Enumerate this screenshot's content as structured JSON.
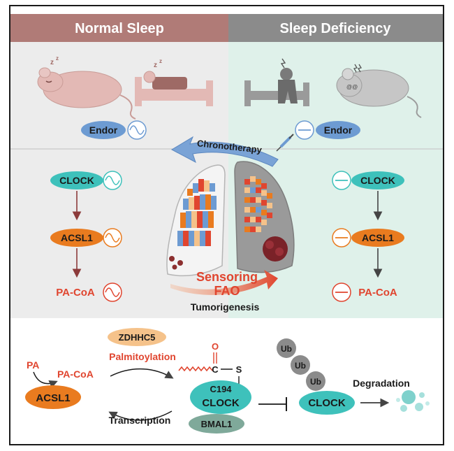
{
  "header": {
    "left_title": "Normal Sleep",
    "right_title": "Sleep Deficiency"
  },
  "colors": {
    "frame": "#1a1a1a",
    "header_left": "#b07b77",
    "header_right": "#8b8b8b",
    "panel_left": "#ececec",
    "panel_right": "#dff1ea",
    "teal": "#3ec1bb",
    "orange": "#e97b1f",
    "red_text": "#e0452f",
    "blue": "#6d9bd2",
    "dark_red_arrow": "#8c3b3b"
  },
  "top_panel": {
    "left_endor": "Endor",
    "right_endor": "Endor",
    "left_icons": [
      "sleeping-mouse-icon",
      "person-in-bed-icon"
    ],
    "right_icons": [
      "stressed-person-icon",
      "tired-mouse-icon",
      "syringe-icon"
    ]
  },
  "middle_panel": {
    "chronotherapy": "Chronotherapy",
    "left_chain": [
      "CLOCK",
      "ACSL1",
      "PA-CoA"
    ],
    "right_chain": [
      "CLOCK",
      "ACSL1",
      "PA-CoA"
    ],
    "sensoring_line1": "Sensoring",
    "sensoring_line2": "FAO",
    "tumorigenesis": "Tumorigenesis",
    "icons": [
      "healthy-lung-icon",
      "tumor-lung-icon",
      "oscillation-icon",
      "flat-line-icon"
    ]
  },
  "bottom_panel": {
    "pa": "PA",
    "pa_coa": "PA-CoA",
    "acsl1": "ACSL1",
    "zdhhc5": "ZDHHC5",
    "palmitoylation": "Palmitoylation",
    "transcription": "Transcription",
    "carbonyl_o": "O",
    "carbon_c": "C",
    "sulfur_s": "S",
    "c194": "C194",
    "clock_center": "CLOCK",
    "bmal1": "BMAL1",
    "ub": [
      "Ub",
      "Ub",
      "Ub"
    ],
    "clock_right": "CLOCK",
    "degradation": "Degradation"
  }
}
